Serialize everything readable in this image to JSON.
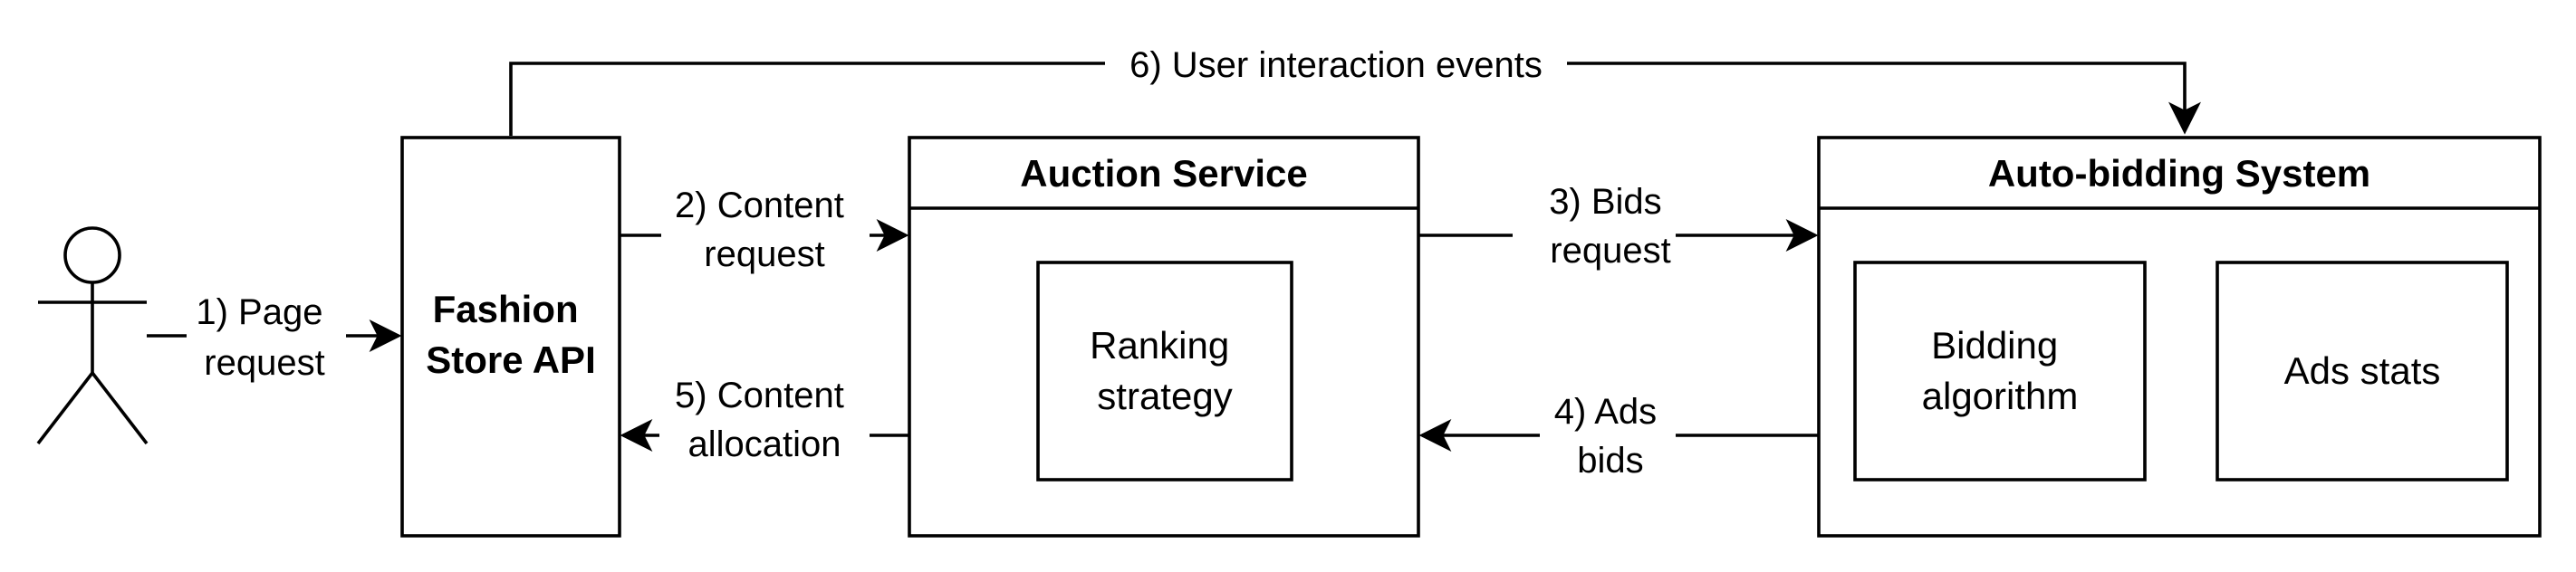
{
  "nodes": {
    "fashion_store_api": {
      "line1": "Fashion",
      "line2": "Store API"
    },
    "auction_service": {
      "title": "Auction Service"
    },
    "ranking_strategy": {
      "line1": "Ranking",
      "line2": "strategy"
    },
    "auto_bidding_system": {
      "title": "Auto-bidding System"
    },
    "bidding_algorithm": {
      "line1": "Bidding",
      "line2": "algorithm"
    },
    "ads_stats": {
      "label": "Ads stats"
    }
  },
  "edges": {
    "page_request": {
      "line1": "1) Page",
      "line2": "request"
    },
    "content_request": {
      "line1": "2) Content",
      "line2": "request"
    },
    "bids_request": {
      "line1": "3) Bids",
      "line2": "request"
    },
    "ads_bids": {
      "line1": "4) Ads",
      "line2": "bids"
    },
    "content_allocation": {
      "line1": "5) Content",
      "line2": "allocation"
    },
    "user_interaction": {
      "label": "6) User interaction events"
    }
  }
}
